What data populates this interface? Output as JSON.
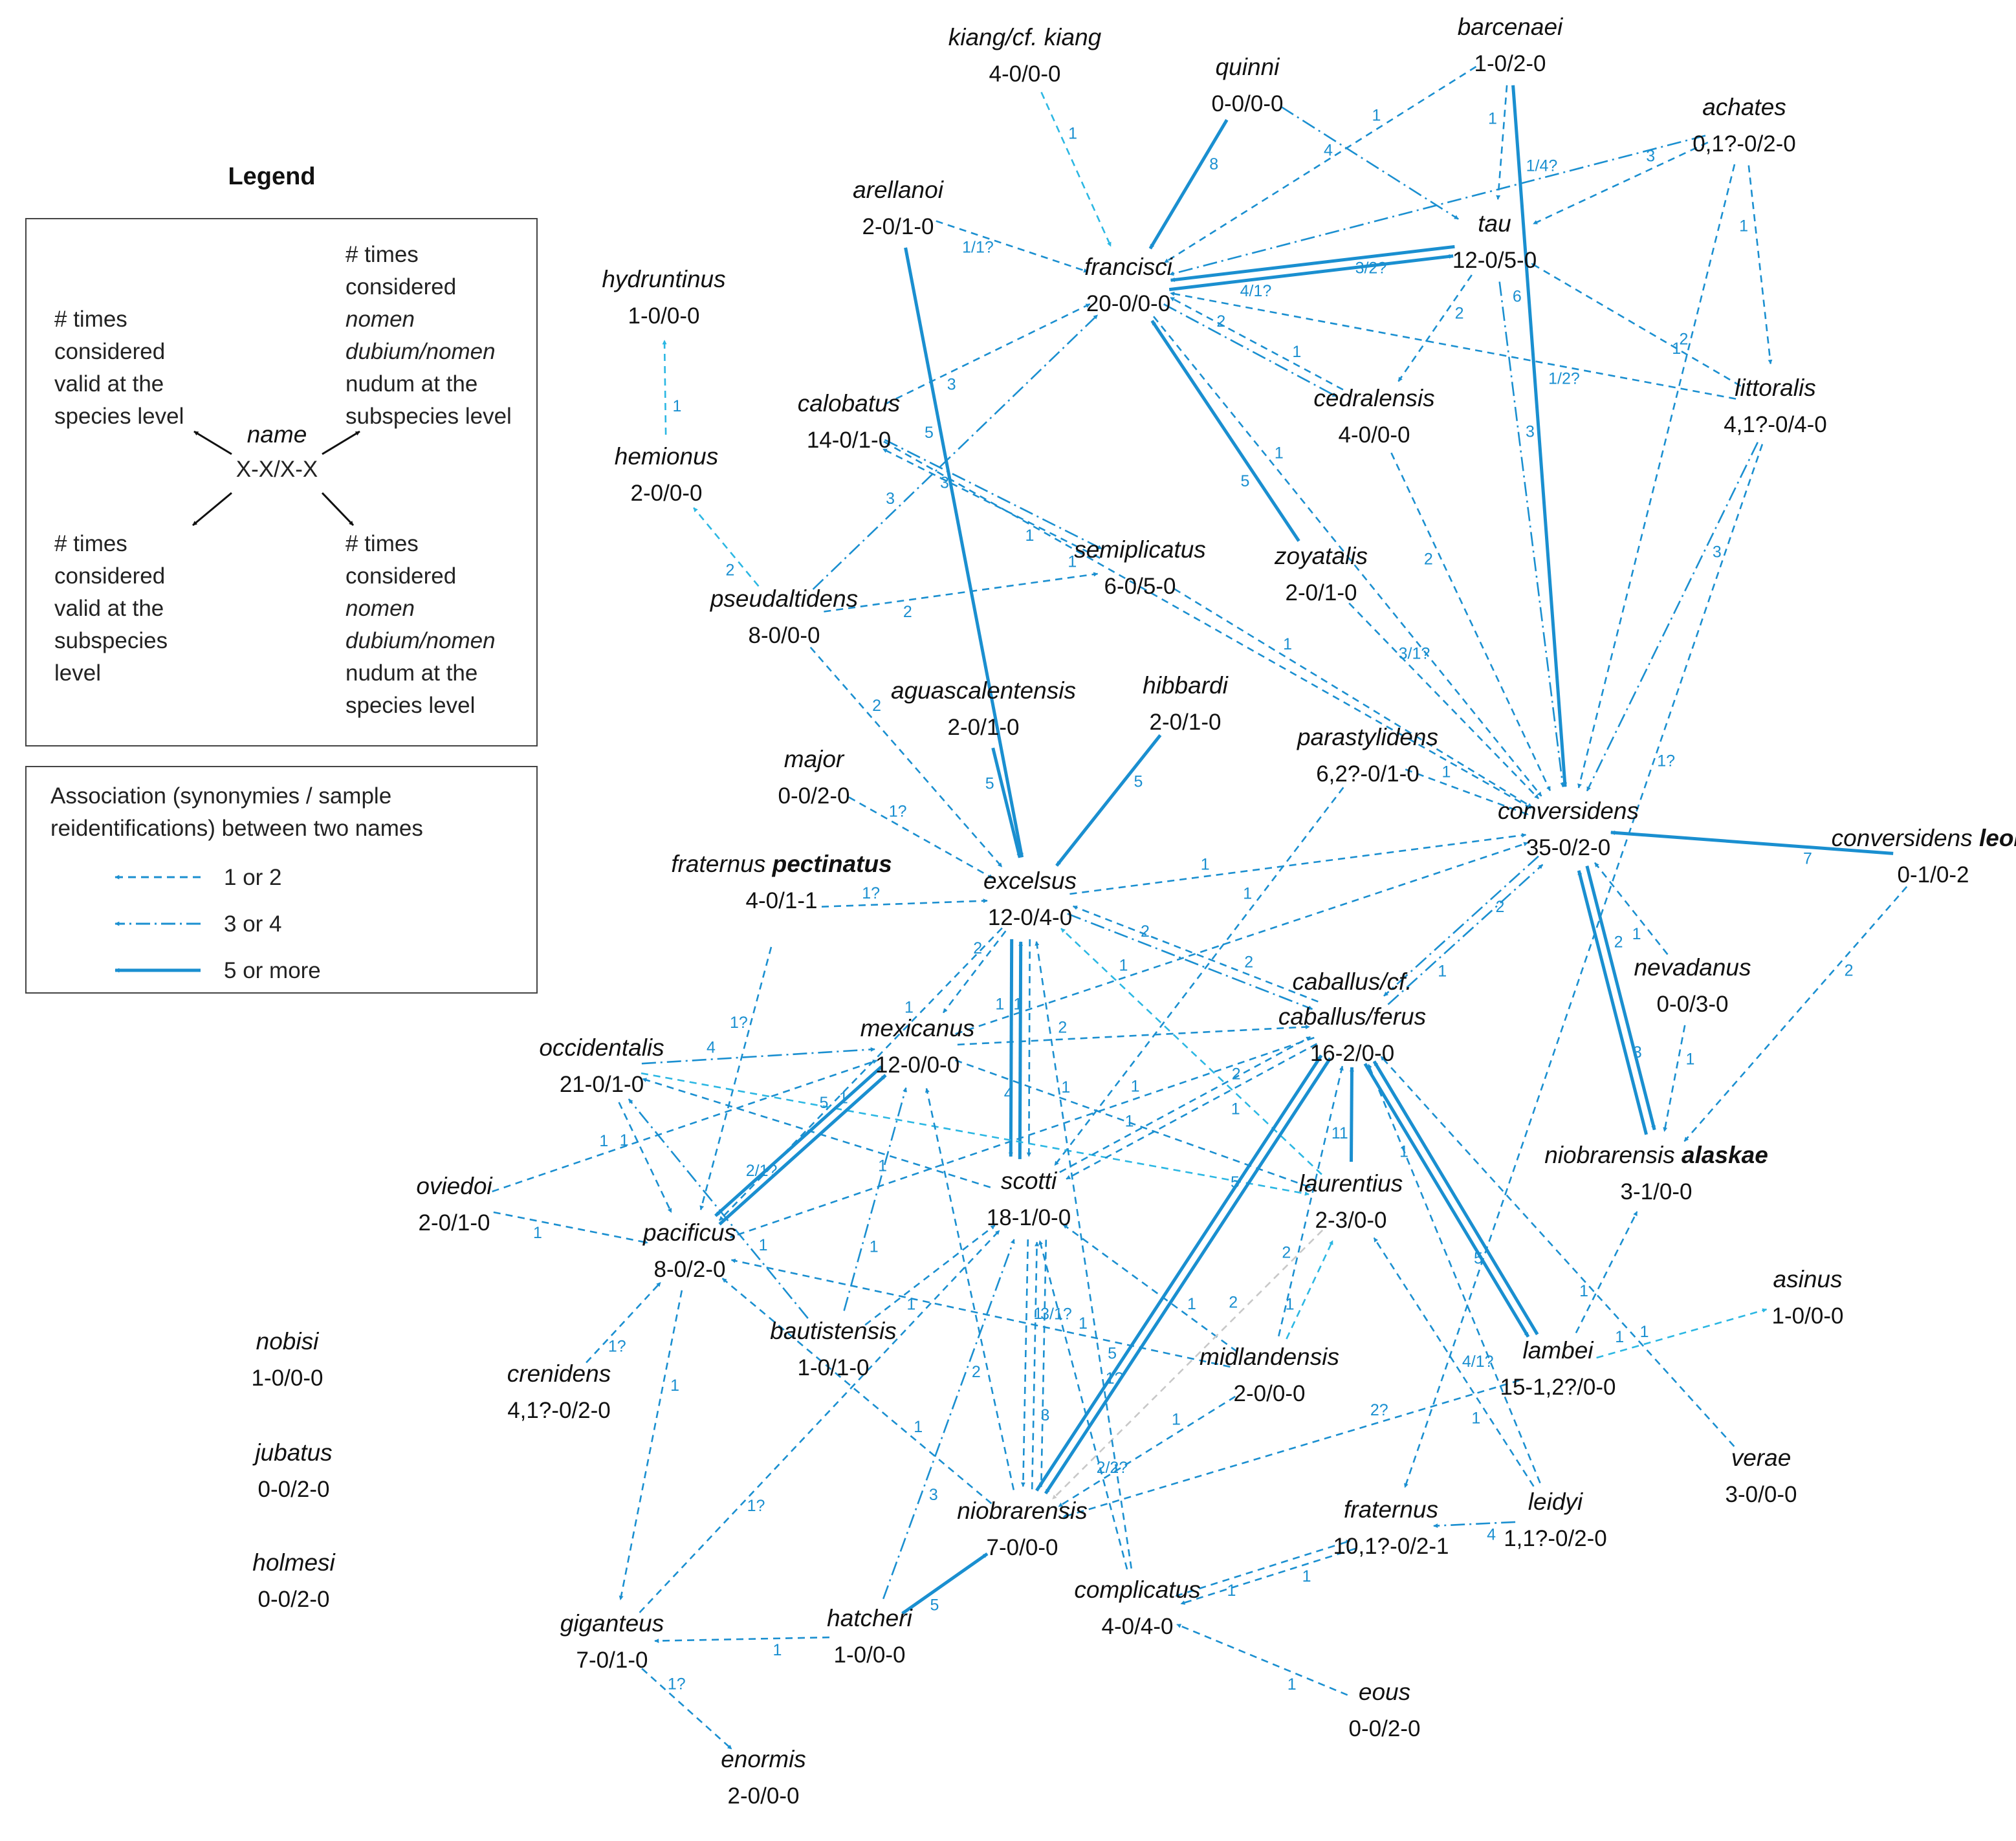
{
  "colors": {
    "edge": "#1a8fd0",
    "light_edge": "#2bb7e3",
    "grey_edge": "#c8c8c8",
    "text": "#111111"
  },
  "legend": {
    "title": "Legend",
    "top_left": [
      "# times",
      "considered",
      "valid at the",
      "species level"
    ],
    "top_right": [
      "# times",
      "considered",
      "nomen",
      "dubium/nomen",
      "nudum at the",
      "subspecies level"
    ],
    "center_name": "name",
    "center_code": "X-X/X-X",
    "bottom_left": [
      "# times",
      "considered",
      "valid at the",
      "subspecies",
      "level"
    ],
    "bottom_right": [
      "# times",
      "considered",
      "nomen",
      "dubium/nomen",
      "nudum at the",
      "species level"
    ],
    "assoc_title": [
      "Association (synonymies / sample",
      "reidentifications) between two names"
    ],
    "styles": [
      {
        "label": "1 or 2",
        "style": "dashed"
      },
      {
        "label": "3 or 4",
        "style": "dashdot"
      },
      {
        "label": "5 or more",
        "style": "solid"
      }
    ]
  },
  "nodes": [
    {
      "id": "kiang",
      "name": "kiang/cf. kiang",
      "code": "4-0/0-0"
    },
    {
      "id": "quinni",
      "name": "quinni",
      "code": "0-0/0-0"
    },
    {
      "id": "barcenaei",
      "name": "barcenaei",
      "code": "1-0/2-0"
    },
    {
      "id": "achates",
      "name": "achates",
      "code": "0,1?-0/2-0"
    },
    {
      "id": "arellanoi",
      "name": "arellanoi",
      "code": "2-0/1-0"
    },
    {
      "id": "francisci",
      "name": "francisci",
      "code": "20-0/0-0"
    },
    {
      "id": "tau",
      "name": "tau",
      "code": "12-0/5-0"
    },
    {
      "id": "hydruntinus",
      "name": "hydruntinus",
      "code": "1-0/0-0"
    },
    {
      "id": "littoralis",
      "name": "littoralis",
      "code": "4,1?-0/4-0"
    },
    {
      "id": "calobatus",
      "name": "calobatus",
      "code": "14-0/1-0"
    },
    {
      "id": "cedralensis",
      "name": "cedralensis",
      "code": "4-0/0-0"
    },
    {
      "id": "hemionus",
      "name": "hemionus",
      "code": "2-0/0-0"
    },
    {
      "id": "semiplicatus",
      "name": "semiplicatus",
      "code": "6-0/5-0"
    },
    {
      "id": "zoyatalis",
      "name": "zoyatalis",
      "code": "2-0/1-0"
    },
    {
      "id": "pseudaltidens",
      "name": "pseudaltidens",
      "code": "8-0/0-0"
    },
    {
      "id": "aguascalentensis",
      "name": "aguascalentensis",
      "code": "2-0/1-0"
    },
    {
      "id": "hibbardi",
      "name": "hibbardi",
      "code": "2-0/1-0"
    },
    {
      "id": "parastylidens",
      "name": "parastylidens",
      "code": "6,2?-0/1-0"
    },
    {
      "id": "major",
      "name": "major",
      "code": "0-0/2-0"
    },
    {
      "id": "conversidens",
      "name": "conversidens",
      "code": "35-0/2-0"
    },
    {
      "id": "leoni",
      "name": "conversidens",
      "bold": "leoni",
      "code": "0-1/0-2"
    },
    {
      "id": "fraternus_p",
      "name": "fraternus",
      "bold": "pectinatus",
      "code": "4-0/1-1"
    },
    {
      "id": "excelsus",
      "name": "excelsus",
      "code": "12-0/4-0"
    },
    {
      "id": "nevadanus",
      "name": "nevadanus",
      "code": "0-0/3-0"
    },
    {
      "id": "caballus",
      "name": "caballus/cf.",
      "name2": "caballus/ferus",
      "code": "16-2/0-0"
    },
    {
      "id": "occidentalis",
      "name": "occidentalis",
      "code": "21-0/1-0"
    },
    {
      "id": "mexicanus",
      "name": "mexicanus",
      "code": "12-0/0-0"
    },
    {
      "id": "alaskae",
      "name": "niobrarensis",
      "bold": "alaskae",
      "code": "3-1/0-0"
    },
    {
      "id": "oviedoi",
      "name": "oviedoi",
      "code": "2-0/1-0"
    },
    {
      "id": "scotti",
      "name": "scotti",
      "code": "18-1/0-0"
    },
    {
      "id": "laurentius",
      "name": "laurentius",
      "code": "2-3/0-0"
    },
    {
      "id": "pacificus",
      "name": "pacificus",
      "code": "8-0/2-0"
    },
    {
      "id": "asinus",
      "name": "asinus",
      "code": "1-0/0-0"
    },
    {
      "id": "crenidens",
      "name": "crenidens",
      "code": "4,1?-0/2-0"
    },
    {
      "id": "bautistensis",
      "name": "bautistensis",
      "code": "1-0/1-0"
    },
    {
      "id": "midlandensis",
      "name": "midlandensis",
      "code": "2-0/0-0"
    },
    {
      "id": "lambei",
      "name": "lambei",
      "code": "15-1,2?/0-0"
    },
    {
      "id": "nobisi",
      "name": "nobisi",
      "code": "1-0/0-0"
    },
    {
      "id": "verae",
      "name": "verae",
      "code": "3-0/0-0"
    },
    {
      "id": "jubatus",
      "name": "jubatus",
      "code": "0-0/2-0"
    },
    {
      "id": "niobrarensis",
      "name": "niobrarensis",
      "code": "7-0/0-0"
    },
    {
      "id": "fraternus",
      "name": "fraternus",
      "code": "10,1?-0/2-1"
    },
    {
      "id": "leidyi",
      "name": "leidyi",
      "code": "1,1?-0/2-0"
    },
    {
      "id": "holmesi",
      "name": "holmesi",
      "code": "0-0/2-0"
    },
    {
      "id": "complicatus",
      "name": "complicatus",
      "code": "4-0/4-0"
    },
    {
      "id": "giganteus",
      "name": "giganteus",
      "code": "7-0/1-0"
    },
    {
      "id": "hatcheri",
      "name": "hatcheri",
      "code": "1-0/0-0"
    },
    {
      "id": "eous",
      "name": "eous",
      "code": "0-0/2-0"
    },
    {
      "id": "enormis",
      "name": "enormis",
      "code": "2-0/0-0"
    }
  ],
  "edges": [
    {
      "from": "kiang",
      "to": "francisci",
      "label": "1",
      "style": "dashed",
      "color": "light"
    },
    {
      "from": "quinni",
      "to": "francisci",
      "label": "8",
      "style": "solid"
    },
    {
      "from": "quinni",
      "to": "tau",
      "label": "4",
      "style": "dashdot"
    },
    {
      "from": "barcenaei",
      "to": "francisci",
      "label": "1",
      "style": "dashed"
    },
    {
      "from": "barcenaei",
      "to": "tau",
      "label": "1",
      "style": "dashed"
    },
    {
      "from": "barcenaei",
      "to": "conversidens",
      "label": "6",
      "style": "solid"
    },
    {
      "from": "achates",
      "to": "francisci",
      "label": "1/4?",
      "style": "dashdot"
    },
    {
      "from": "achates",
      "to": "tau",
      "label": "3",
      "style": "dashed"
    },
    {
      "from": "achates",
      "to": "littoralis",
      "label": "1",
      "style": "dashed"
    },
    {
      "from": "achates",
      "to": "conversidens",
      "label": "1",
      "style": "dashed"
    },
    {
      "from": "arellanoi",
      "to": "francisci",
      "label": "1/1?",
      "style": "dashed"
    },
    {
      "from": "arellanoi",
      "to": "excelsus",
      "label": "5",
      "style": "solid"
    },
    {
      "from": "tau",
      "to": "francisci",
      "label": "3/2?",
      "style": "solid"
    },
    {
      "from": "francisci",
      "to": "tau",
      "label": "4/1?",
      "style": "solid"
    },
    {
      "from": "tau",
      "to": "cedralensis",
      "label": "2",
      "style": "dashed"
    },
    {
      "from": "tau",
      "to": "conversidens",
      "label": "3",
      "style": "dashdot"
    },
    {
      "from": "littoralis",
      "to": "tau",
      "label": "2",
      "style": "dashed"
    },
    {
      "from": "littoralis",
      "to": "francisci",
      "label": "1/2?",
      "style": "dashed"
    },
    {
      "from": "littoralis",
      "to": "conversidens",
      "label": "3",
      "style": "dashdot"
    },
    {
      "from": "littoralis",
      "to": "fraternus",
      "label": "1?",
      "style": "dashed"
    },
    {
      "from": "hemionus",
      "to": "hydruntinus",
      "label": "1",
      "style": "dashed",
      "color": "light"
    },
    {
      "from": "calobatus",
      "to": "francisci",
      "label": "3",
      "style": "dashed"
    },
    {
      "from": "calobatus",
      "to": "semiplicatus",
      "label": "3",
      "style": "dashdot"
    },
    {
      "from": "semiplicatus",
      "to": "calobatus",
      "label": "1",
      "style": "dashed"
    },
    {
      "from": "calobatus",
      "to": "conversidens",
      "label": "1",
      "style": "dashed"
    },
    {
      "from": "francisci",
      "to": "cedralensis",
      "label": "2",
      "style": "dashdot"
    },
    {
      "from": "cedralensis",
      "to": "francisci",
      "label": "1",
      "style": "dashed"
    },
    {
      "from": "francisci",
      "to": "conversidens",
      "label": "1",
      "style": "dashed"
    },
    {
      "from": "cedralensis",
      "to": "conversidens",
      "label": "2",
      "style": "dashed"
    },
    {
      "from": "pseudaltidens",
      "to": "hemionus",
      "label": "2",
      "style": "dashed",
      "color": "light"
    },
    {
      "from": "pseudaltidens",
      "to": "francisci",
      "label": "3",
      "style": "dashdot"
    },
    {
      "from": "pseudaltidens",
      "to": "semiplicatus",
      "label": "2",
      "style": "dashed"
    },
    {
      "from": "pseudaltidens",
      "to": "excelsus",
      "label": "2",
      "style": "dashed"
    },
    {
      "from": "zoyatalis",
      "to": "francisci",
      "label": "5",
      "style": "solid"
    },
    {
      "from": "semiplicatus",
      "to": "conversidens",
      "label": "1",
      "style": "dashed"
    },
    {
      "from": "zoyatalis",
      "to": "conversidens",
      "label": "3/1?",
      "style": "dashed"
    },
    {
      "from": "aguascalentensis",
      "to": "excelsus",
      "label": "5",
      "style": "solid"
    },
    {
      "from": "hibbardi",
      "to": "excelsus",
      "label": "5",
      "style": "solid"
    },
    {
      "from": "major",
      "to": "excelsus",
      "label": "1?",
      "style": "dashed"
    },
    {
      "from": "parastylidens",
      "to": "conversidens",
      "label": "1",
      "style": "dashed"
    },
    {
      "from": "parastylidens",
      "to": "scotti",
      "label": "1",
      "style": "dashed"
    },
    {
      "from": "leoni",
      "to": "conversidens",
      "label": "7",
      "style": "solid"
    },
    {
      "from": "leoni",
      "to": "alaskae",
      "label": "2",
      "style": "dashed"
    },
    {
      "from": "fraternus_p",
      "to": "excelsus",
      "label": "1?",
      "style": "dashed"
    },
    {
      "from": "fraternus_p",
      "to": "pacificus",
      "label": "1?",
      "style": "dashed"
    },
    {
      "from": "excelsus",
      "to": "conversidens",
      "label": "1",
      "style": "dashed"
    },
    {
      "from": "mexicanus",
      "to": "conversidens",
      "label": "1",
      "style": "dashed"
    },
    {
      "from": "excelsus",
      "to": "caballus",
      "label": "2",
      "style": "dashdot"
    },
    {
      "from": "caballus",
      "to": "excelsus",
      "label": "2",
      "style": "dashed"
    },
    {
      "from": "conversidens",
      "to": "caballus",
      "label": "2",
      "style": "dashdot"
    },
    {
      "from": "caballus",
      "to": "conversidens",
      "label": "1",
      "style": "dashdot"
    },
    {
      "from": "nevadanus",
      "to": "conversidens",
      "label": "1",
      "style": "dashed"
    },
    {
      "from": "nevadanus",
      "to": "alaskae",
      "label": "1",
      "style": "dashed"
    },
    {
      "from": "alaskae",
      "to": "conversidens",
      "label": "3",
      "style": "solid"
    },
    {
      "from": "conversidens",
      "to": "alaskae",
      "label": "2",
      "style": "solid"
    },
    {
      "from": "excelsus",
      "to": "mexicanus",
      "label": "2",
      "style": "dashed"
    },
    {
      "from": "excelsus",
      "to": "pacificus",
      "label": "1",
      "style": "dashed"
    },
    {
      "from": "excelsus",
      "to": "scotti",
      "label": "1",
      "style": "dashed"
    },
    {
      "from": "scotti",
      "to": "excelsus",
      "label": "4",
      "style": "solid"
    },
    {
      "from": "excelsus",
      "to": "scotti",
      "label": "1",
      "style": "solid"
    },
    {
      "from": "mexicanus",
      "to": "caballus",
      "label": "2",
      "style": "dashed"
    },
    {
      "from": "occidentalis",
      "to": "mexicanus",
      "label": "4",
      "style": "dashdot"
    },
    {
      "from": "occidentalis",
      "to": "pacificus",
      "label": "1",
      "style": "dashed"
    },
    {
      "from": "occidentalis",
      "to": "laurentius",
      "label": "1",
      "style": "dashed",
      "color": "light"
    },
    {
      "from": "oviedoi",
      "to": "mexicanus",
      "label": "1",
      "style": "dashed"
    },
    {
      "from": "oviedoi",
      "to": "pacificus",
      "label": "1",
      "style": "dashed"
    },
    {
      "from": "pacificus",
      "to": "mexicanus",
      "label": "2/1?",
      "style": "solid"
    },
    {
      "from": "mexicanus",
      "to": "pacificus",
      "label": "5",
      "style": "solid"
    },
    {
      "from": "caballus",
      "to": "pacificus",
      "label": "1",
      "style": "dashed"
    },
    {
      "from": "caballus",
      "to": "scotti",
      "label": "2",
      "style": "dashed"
    },
    {
      "from": "scotti",
      "to": "caballus",
      "label": "1",
      "style": "dashed"
    },
    {
      "from": "mexicanus",
      "to": "laurentius",
      "label": "1",
      "style": "dashed"
    },
    {
      "from": "laurentius",
      "to": "excelsus",
      "label": "1",
      "style": "dashed",
      "color": "light"
    },
    {
      "from": "laurentius",
      "to": "caballus",
      "label": "11",
      "style": "solid"
    },
    {
      "from": "lambei",
      "to": "caballus",
      "label": "5",
      "style": "solid"
    },
    {
      "from": "caballus",
      "to": "lambei",
      "label": "1",
      "style": "solid"
    },
    {
      "from": "verae",
      "to": "caballus",
      "label": "1",
      "style": "dashed"
    },
    {
      "from": "leidyi",
      "to": "caballus",
      "label": "4/1?",
      "style": "dashed"
    },
    {
      "from": "lambei",
      "to": "alaskae",
      "label": "1",
      "style": "dashed"
    },
    {
      "from": "lambei",
      "to": "asinus",
      "label": "1",
      "style": "dashed",
      "color": "light"
    },
    {
      "from": "lambei",
      "to": "niobrarensis",
      "label": "2?",
      "style": "dashed"
    },
    {
      "from": "scotti",
      "to": "occidentalis",
      "label": "1",
      "style": "dashed"
    },
    {
      "from": "scotti",
      "to": "niobrarensis",
      "label": "1",
      "style": "dashed"
    },
    {
      "from": "niobrarensis",
      "to": "scotti",
      "label": "3",
      "style": "dashed"
    },
    {
      "from": "scotti",
      "to": "niobrarensis",
      "label": "3/1?",
      "style": "dashed"
    },
    {
      "from": "crenidens",
      "to": "pacificus",
      "label": "1?",
      "style": "dashed"
    },
    {
      "from": "pacificus",
      "to": "giganteus",
      "label": "1",
      "style": "dashed"
    },
    {
      "from": "bautistensis",
      "to": "occidentalis",
      "label": "1",
      "style": "dashdot"
    },
    {
      "from": "bautistensis",
      "to": "mexicanus",
      "label": "1",
      "style": "dashdot"
    },
    {
      "from": "bautistensis",
      "to": "scotti",
      "label": "1",
      "style": "dashed"
    },
    {
      "from": "midlandensis",
      "to": "pacificus",
      "label": "1",
      "style": "dashed"
    },
    {
      "from": "midlandensis",
      "to": "scotti",
      "label": "1",
      "style": "dashed"
    },
    {
      "from": "midlandensis",
      "to": "laurentius",
      "label": "1",
      "style": "dashed",
      "color": "light"
    },
    {
      "from": "midlandensis",
      "to": "caballus",
      "label": "2",
      "style": "dashed"
    },
    {
      "from": "midlandensis",
      "to": "niobrarensis",
      "label": "1",
      "style": "dashed"
    },
    {
      "from": "laurentius",
      "to": "niobrarensis",
      "label": "2",
      "style": "dashed",
      "color": "grey"
    },
    {
      "from": "niobrarensis",
      "to": "mexicanus",
      "label": "2",
      "style": "dashed"
    },
    {
      "from": "niobrarensis",
      "to": "pacificus",
      "label": "1",
      "style": "dashed"
    },
    {
      "from": "caballus",
      "to": "niobrarensis",
      "label": "5",
      "style": "solid"
    },
    {
      "from": "niobrarensis",
      "to": "caballus",
      "label": "5",
      "style": "solid"
    },
    {
      "from": "hatcheri",
      "to": "niobrarensis",
      "label": "5",
      "style": "solid"
    },
    {
      "from": "hatcheri",
      "to": "giganteus",
      "label": "1",
      "style": "dashed"
    },
    {
      "from": "hatcheri",
      "to": "scotti",
      "label": "3",
      "style": "dashdot"
    },
    {
      "from": "giganteus",
      "to": "scotti",
      "label": "1?",
      "style": "dashed"
    },
    {
      "from": "giganteus",
      "to": "enormis",
      "label": "1?",
      "style": "dashed"
    },
    {
      "from": "complicatus",
      "to": "excelsus",
      "label": "1?",
      "style": "dashed"
    },
    {
      "from": "complicatus",
      "to": "scotti",
      "label": "2/2?",
      "style": "dashed"
    },
    {
      "from": "complicatus",
      "to": "fraternus",
      "label": "1",
      "style": "dashed"
    },
    {
      "from": "fraternus",
      "to": "complicatus",
      "label": "1",
      "style": "dashed"
    },
    {
      "from": "leidyi",
      "to": "fraternus",
      "label": "4",
      "style": "dashdot"
    },
    {
      "from": "leidyi",
      "to": "laurentius",
      "label": "1",
      "style": "dashed"
    },
    {
      "from": "eous",
      "to": "complicatus",
      "label": "1",
      "style": "dashed"
    }
  ]
}
